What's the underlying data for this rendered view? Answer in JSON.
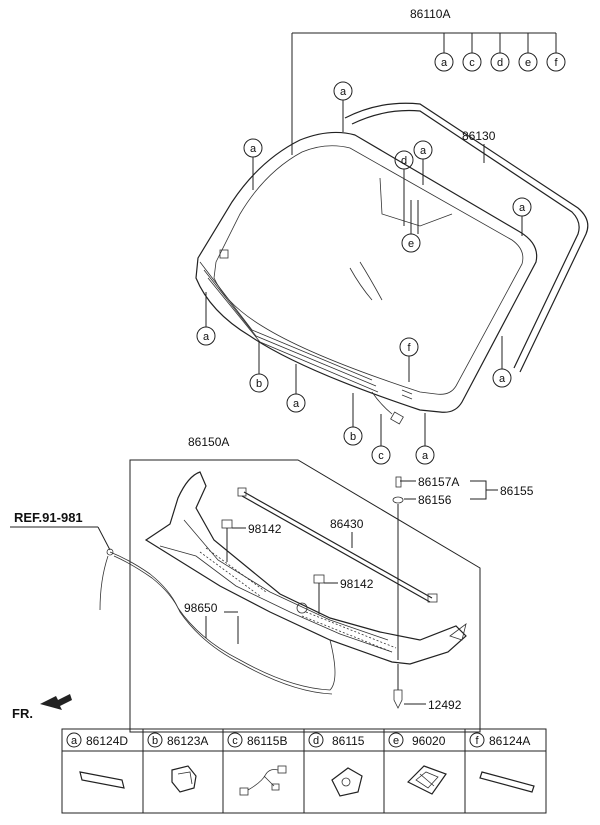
{
  "labels": {
    "main_assembly": "86110A",
    "windshield_glass": "86130",
    "cowl_panel": "86150A",
    "ref": "REF.91-981",
    "front": "FR.",
    "wiper_strip": "86430",
    "clip_98142_a": "98142",
    "clip_98142_b": "98142",
    "hose": "98650",
    "clip_86157A": "86157A",
    "clip_86156": "86156",
    "group_86155": "86155",
    "screw": "12492"
  },
  "callouts": {
    "header_a": "a",
    "header_c": "c",
    "header_d": "d",
    "header_e": "e",
    "header_f": "f",
    "top_a": "a",
    "left_a": "a",
    "mid_d": "d",
    "mid_a": "a",
    "right_a": "a",
    "mid_e": "e",
    "low_left_a": "a",
    "low_right_a": "a",
    "f_tag": "f",
    "b1": "b",
    "a_bottom": "a",
    "b2": "b",
    "c_bottom": "c",
    "a_bottom2": "a"
  },
  "legend": [
    {
      "code": "a",
      "part": "86124D",
      "icon": "molding-strip-icon"
    },
    {
      "code": "b",
      "part": "86123A",
      "icon": "clip-icon"
    },
    {
      "code": "c",
      "part": "86115B",
      "icon": "wire-harness-icon"
    },
    {
      "code": "d",
      "part": "86115",
      "icon": "bracket-icon"
    },
    {
      "code": "e",
      "part": "96020",
      "icon": "sensor-mount-icon"
    },
    {
      "code": "f",
      "part": "86124A",
      "icon": "trim-strip-icon"
    }
  ]
}
